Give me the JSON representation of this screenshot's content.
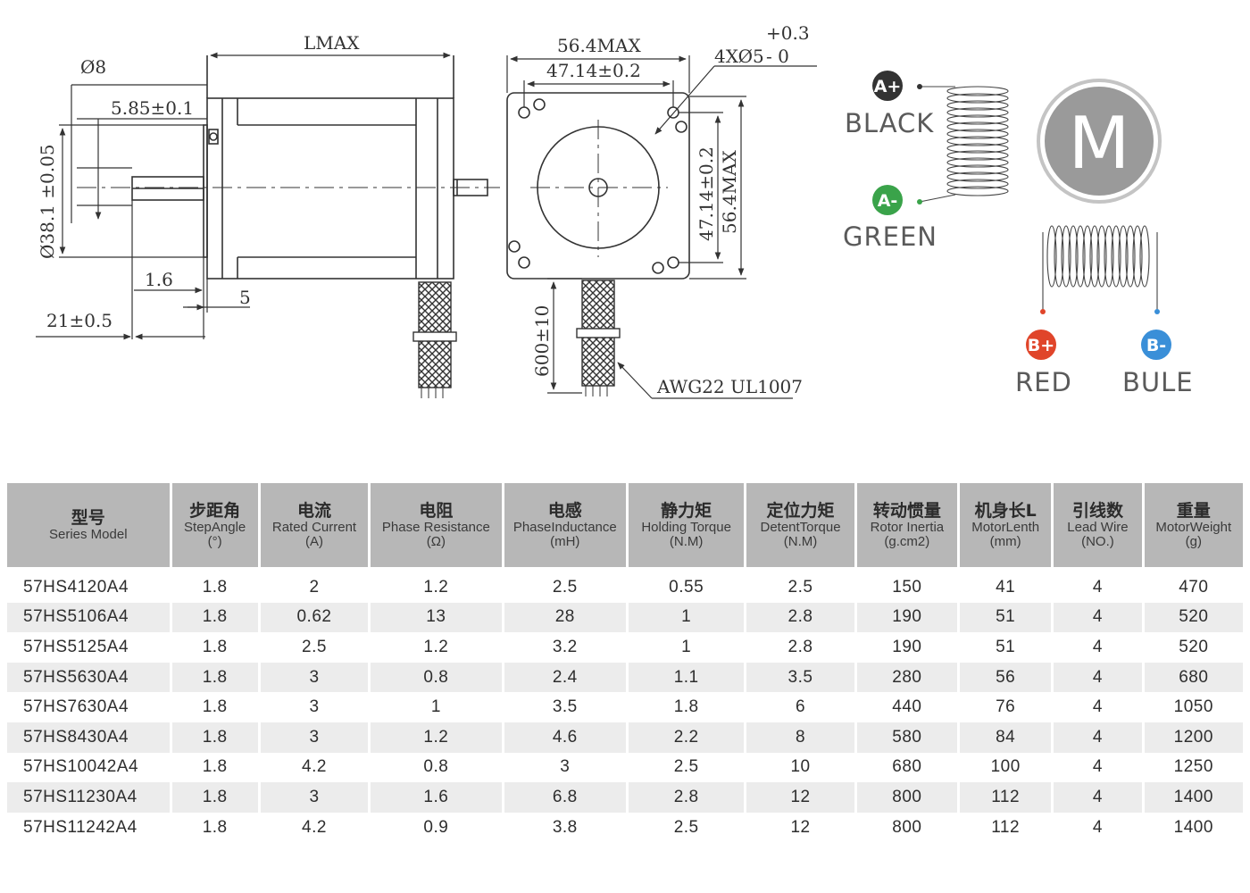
{
  "drawing": {
    "side_view": {
      "lmax": "LMAX",
      "d8": "Ø8",
      "flat": "5.85±0.1",
      "boss": "Ø38.1 ±0.05",
      "d1_6": "1.6",
      "d5": "5",
      "shaft": "21±0.5"
    },
    "front_view": {
      "outer": "56.4MAX",
      "holes": "47.14±0.2",
      "tol_plus": "+0.3",
      "tol_minus": "- 0",
      "holes_spec": "4XØ5",
      "vert_holes": "47.14±0.2",
      "vert_outer": "56.4MAX",
      "lead_len": "600±10",
      "awg": "AWG22 UL1007"
    }
  },
  "wiring": {
    "a_plus": {
      "badge": "A+",
      "label": "BLACK",
      "color": "#333333"
    },
    "a_minus": {
      "badge": "A-",
      "label": "GREEN",
      "color": "#3aa34a"
    },
    "b_plus": {
      "badge": "B+",
      "label": "RED",
      "color": "#e0452a"
    },
    "b_minus": {
      "badge": "B-",
      "label": "BULE",
      "color": "#3a8fd8"
    },
    "motor_symbol": "M"
  },
  "table": {
    "headers": [
      {
        "cn": "型号",
        "en": "Series Model",
        "unit": ""
      },
      {
        "cn": "步距角",
        "en": "StepAngle",
        "unit": "(°)"
      },
      {
        "cn": "电流",
        "en": "Rated Current",
        "unit": "(A)"
      },
      {
        "cn": "电阻",
        "en": "Phase Resistance",
        "unit": "(Ω)"
      },
      {
        "cn": "电感",
        "en": "PhaseInductance",
        "unit": "(mH)"
      },
      {
        "cn": "静力矩",
        "en": "Holding Torque",
        "unit": "(N.M)"
      },
      {
        "cn": "定位力矩",
        "en": "DetentTorque",
        "unit": "(N.M)"
      },
      {
        "cn": "转动惯量",
        "en": "Rotor Inertia",
        "unit": "(g.cm2)"
      },
      {
        "cn": "机身长L",
        "en": "MotorLenth",
        "unit": "(mm)"
      },
      {
        "cn": "引线数",
        "en": "Lead Wire",
        "unit": "(NO.)"
      },
      {
        "cn": "重量",
        "en": "MotorWeight",
        "unit": "(g)"
      }
    ],
    "rows": [
      [
        "57HS4120A4",
        "1.8",
        "2",
        "1.2",
        "2.5",
        "0.55",
        "2.5",
        "150",
        "41",
        "4",
        "470"
      ],
      [
        "57HS5106A4",
        "1.8",
        "0.62",
        "13",
        "28",
        "1",
        "2.8",
        "190",
        "51",
        "4",
        "520"
      ],
      [
        "57HS5125A4",
        "1.8",
        "2.5",
        "1.2",
        "3.2",
        "1",
        "2.8",
        "190",
        "51",
        "4",
        "520"
      ],
      [
        "57HS5630A4",
        "1.8",
        "3",
        "0.8",
        "2.4",
        "1.1",
        "3.5",
        "280",
        "56",
        "4",
        "680"
      ],
      [
        "57HS7630A4",
        "1.8",
        "3",
        "1",
        "3.5",
        "1.8",
        "6",
        "440",
        "76",
        "4",
        "1050"
      ],
      [
        "57HS8430A4",
        "1.8",
        "3",
        "1.2",
        "4.6",
        "2.2",
        "8",
        "580",
        "84",
        "4",
        "1200"
      ],
      [
        "57HS10042A4",
        "1.8",
        "4.2",
        "0.8",
        "3",
        "2.5",
        "10",
        "680",
        "100",
        "4",
        "1250"
      ],
      [
        "57HS11230A4",
        "1.8",
        "3",
        "1.6",
        "6.8",
        "2.8",
        "12",
        "800",
        "112",
        "4",
        "1400"
      ],
      [
        "57HS11242A4",
        "1.8",
        "4.2",
        "0.9",
        "3.8",
        "2.5",
        "12",
        "800",
        "112",
        "4",
        "1400"
      ]
    ]
  }
}
